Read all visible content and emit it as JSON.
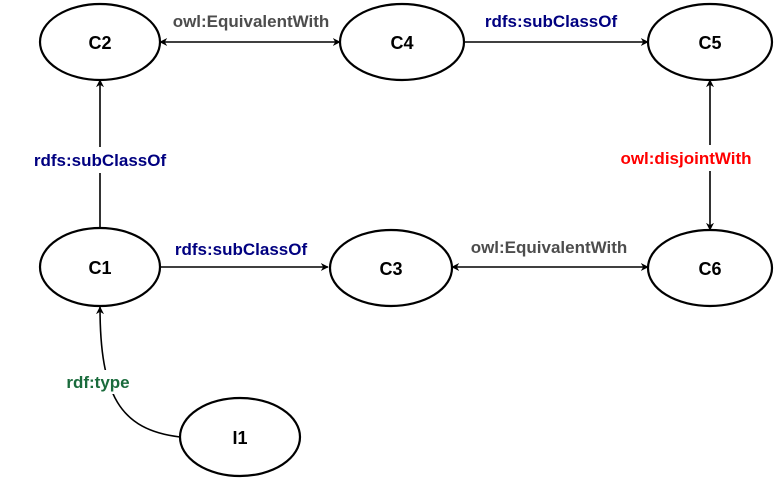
{
  "nodes": {
    "c1": "C1",
    "c2": "C2",
    "c3": "C3",
    "c4": "C4",
    "c5": "C5",
    "c6": "C6",
    "i1": "I1"
  },
  "edges": {
    "c2_c4": "owl:EquivalentWith",
    "c4_c5": "rdfs:subClassOf",
    "c1_c2": "rdfs:subClassOf",
    "c5_c6": "owl:disjointWith",
    "c1_c3": "rdfs:subClassOf",
    "c3_c6": "owl:EquivalentWith",
    "i1_c1": "rdf:type"
  },
  "colors": {
    "equivalent": "#4d4d4d",
    "subclass": "#000080",
    "disjoint": "#ff0000",
    "type": "#1a6b3c"
  }
}
